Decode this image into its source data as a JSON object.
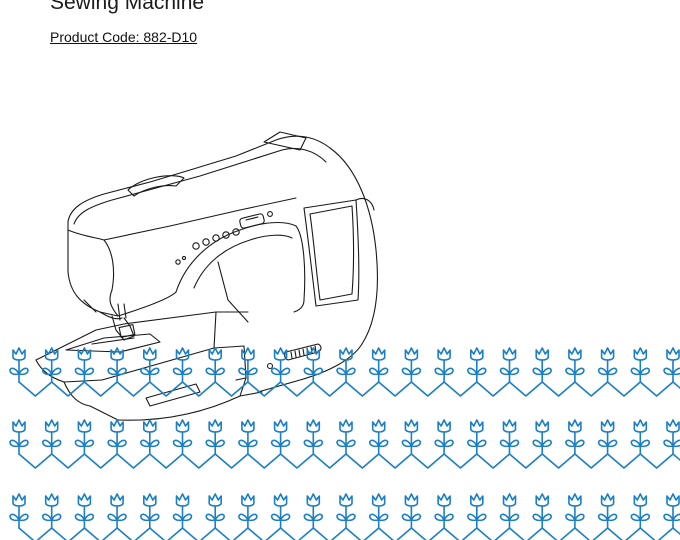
{
  "document": {
    "title": "Sewing Machine",
    "product_code": "Product Code: 882-D10"
  },
  "illustration": {
    "name": "sewing-machine-line-drawing",
    "stroke_color": "#1a1a1a"
  },
  "decoration": {
    "name": "tulip-chevron-pattern",
    "color": "#1a7fc4",
    "rows": 3
  }
}
